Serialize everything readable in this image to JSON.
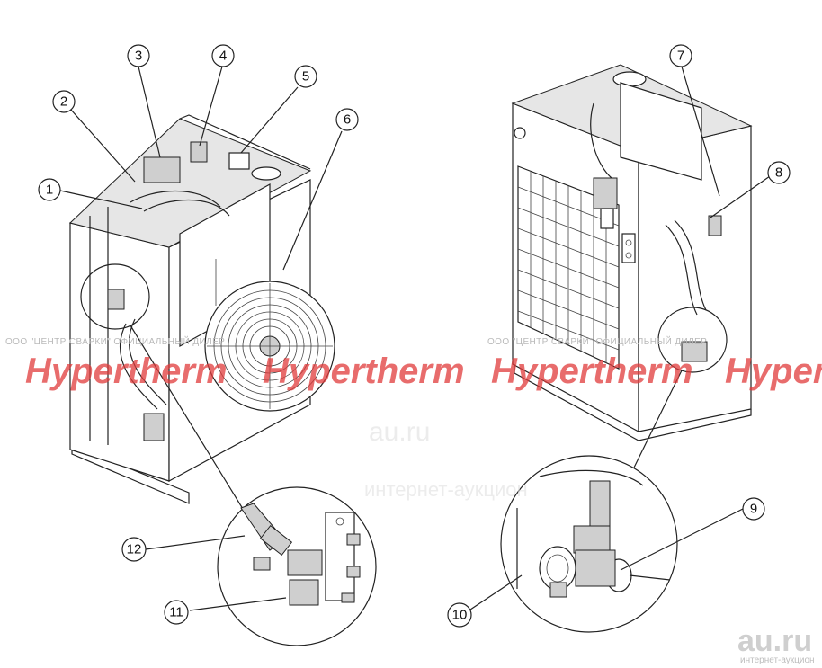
{
  "callouts": [
    {
      "id": "1",
      "label": "1"
    },
    {
      "id": "2",
      "label": "2"
    },
    {
      "id": "3",
      "label": "3"
    },
    {
      "id": "4",
      "label": "4"
    },
    {
      "id": "5",
      "label": "5"
    },
    {
      "id": "6",
      "label": "6"
    },
    {
      "id": "7",
      "label": "7"
    },
    {
      "id": "8",
      "label": "8"
    },
    {
      "id": "9",
      "label": "9"
    },
    {
      "id": "10",
      "label": "10"
    },
    {
      "id": "11",
      "label": "11"
    },
    {
      "id": "12",
      "label": "12"
    }
  ],
  "watermark": {
    "dealer_text": "ООО \"ЦЕНТР СВАРКИ\" ОФИЦИАЛЬНЫЙ ДИЛЕР",
    "brand": "Hypertherm",
    "site": "au.ru",
    "site_sub": "интернет-аукцион",
    "logo": "au.ru",
    "logo_sub": "интернет-аукцион"
  },
  "colors": {
    "line": "#222222",
    "brand_red": "#e03b3b",
    "background": "#ffffff"
  }
}
